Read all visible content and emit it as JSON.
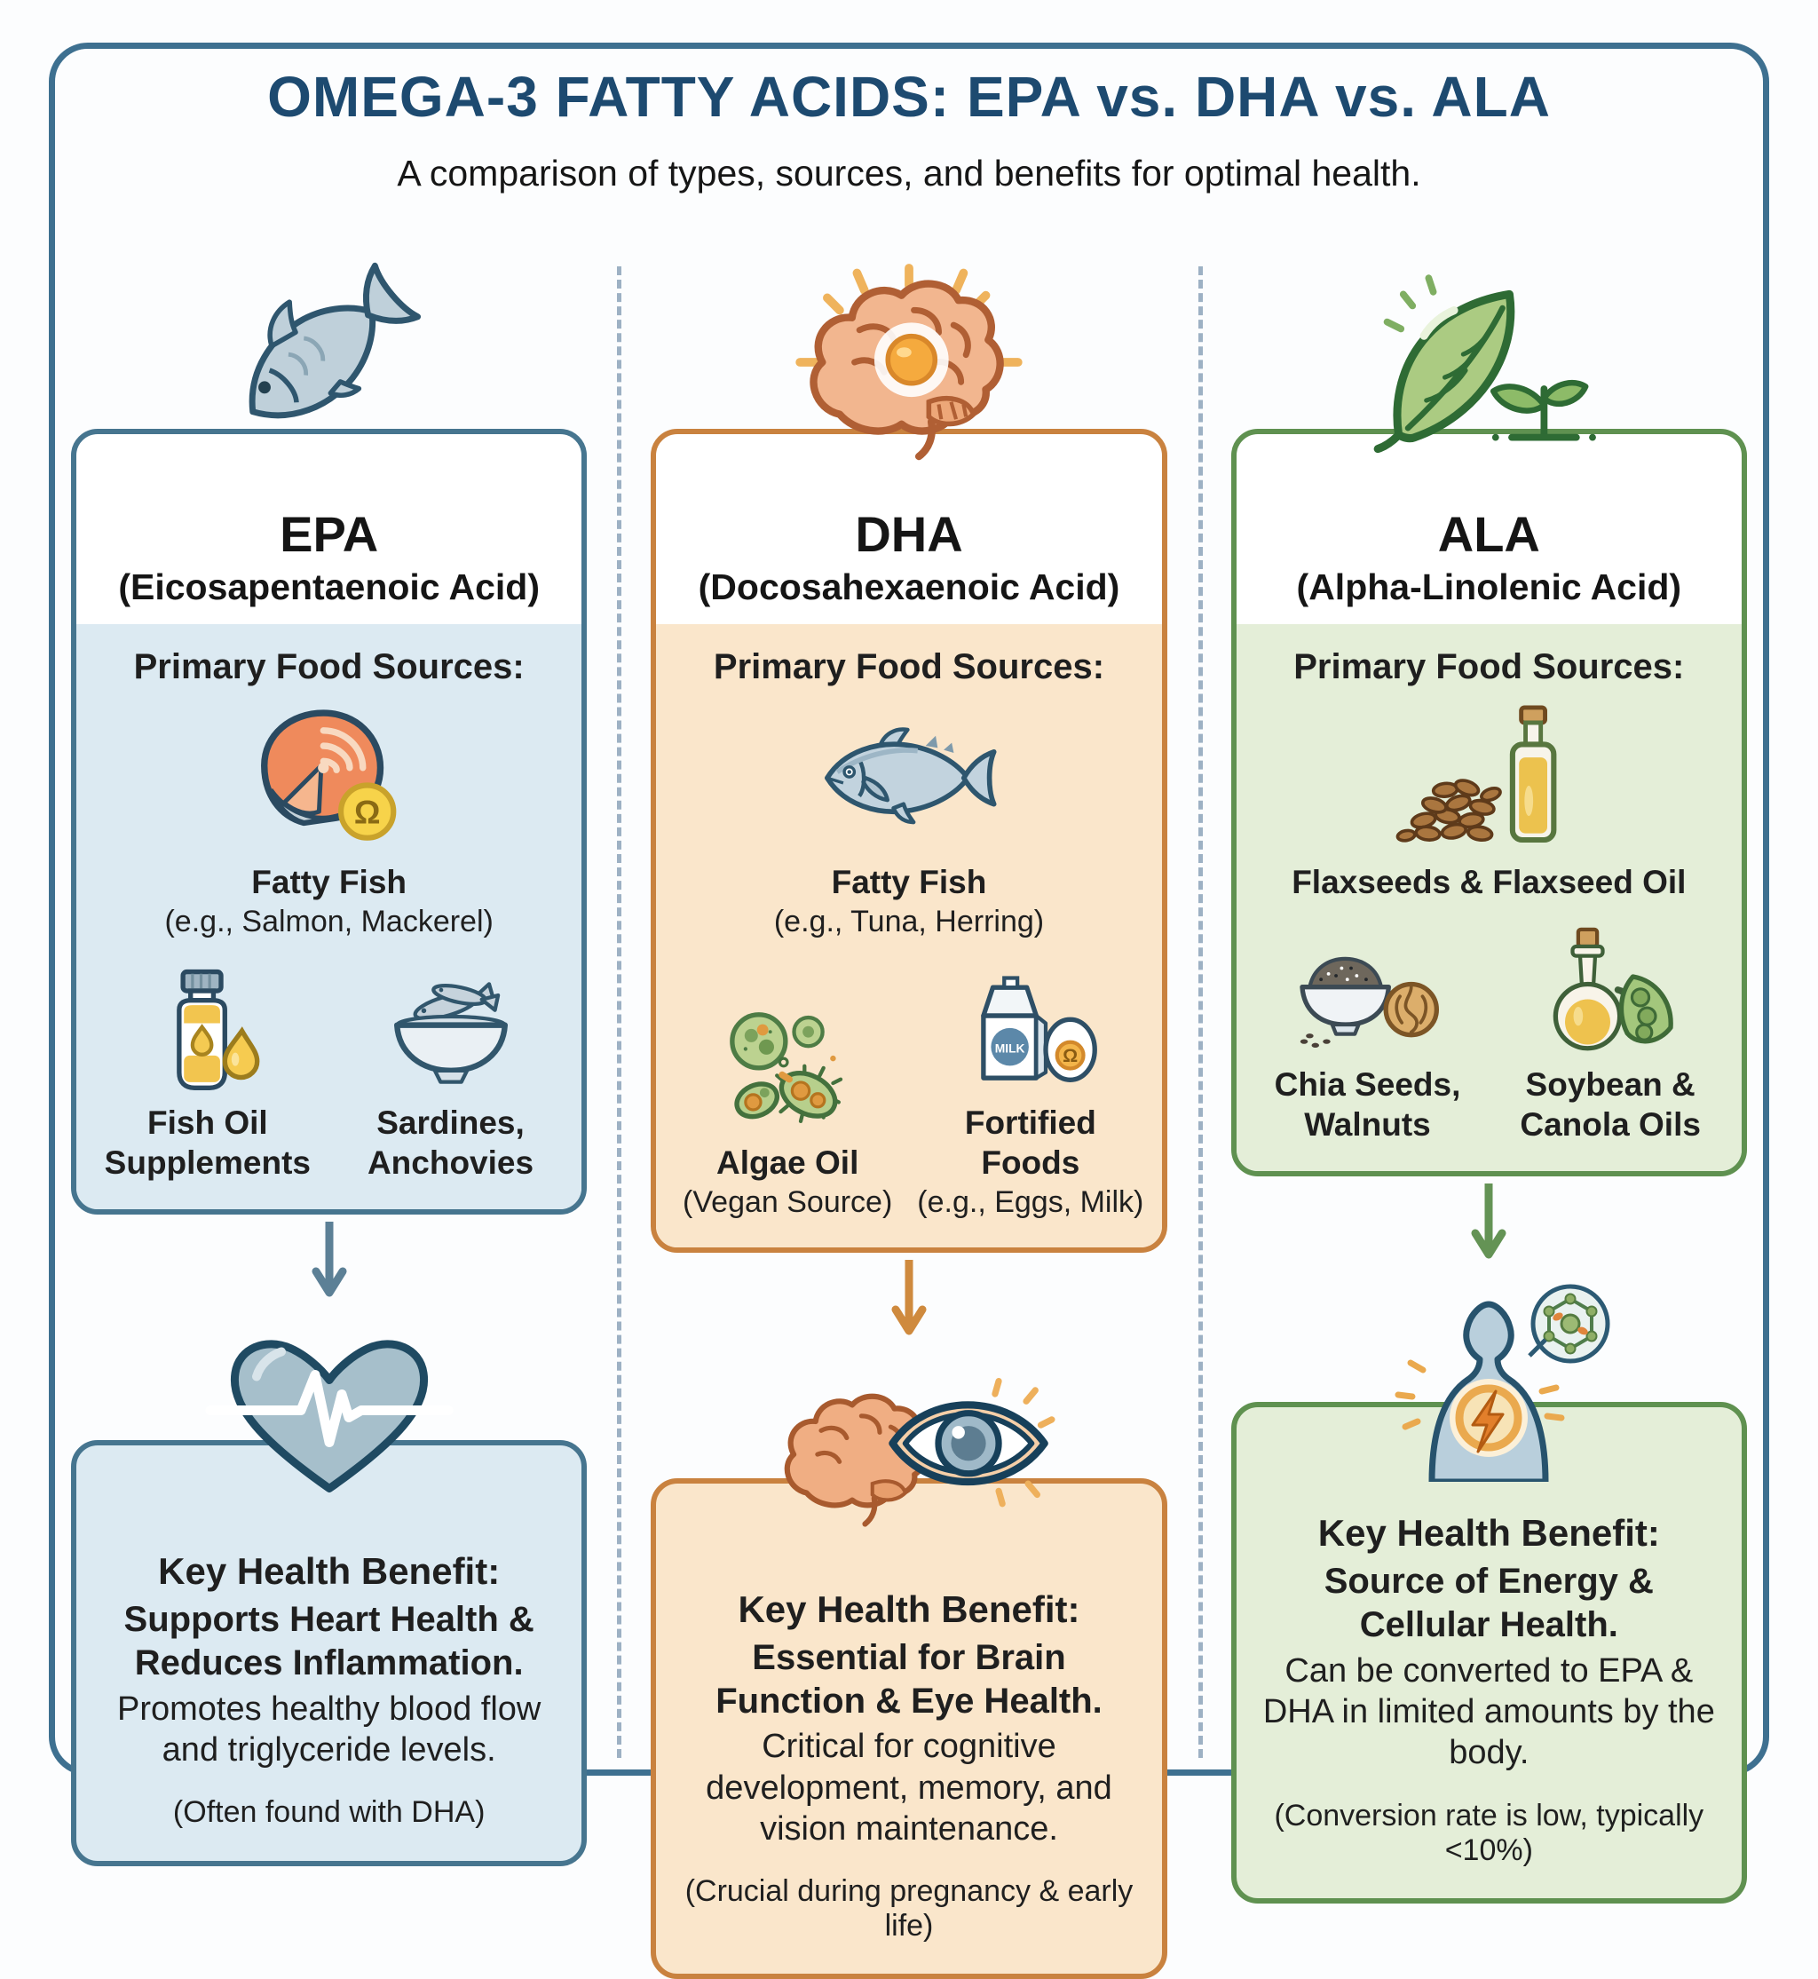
{
  "page": {
    "title": "OMEGA-3 FATTY ACIDS: EPA vs. DHA vs. ALA",
    "subtitle": "A comparison of types, sources, and benefits for optimal health.",
    "omega_symbol": "Ω",
    "colors": {
      "frame": "#3e7090",
      "divider": "#9db1c4",
      "title": "#1d4a70",
      "text": "#1f1f1f"
    }
  },
  "columns": [
    {
      "id": "epa",
      "abbr": "EPA",
      "full_name": "(Eicosapentaenoic Acid)",
      "top_icon": "fish-icon",
      "colors": {
        "accent": "#46758f",
        "tint": "#dceaf2",
        "arrow": "#5c8096"
      },
      "sources_heading": "Primary Food Sources:",
      "sources": [
        {
          "icon": "salmon-steak-icon",
          "label": "Fatty Fish",
          "sublabel": "(e.g., Salmon, Mackerel)"
        },
        {
          "icon": "fish-oil-bottle-icon",
          "label": "Fish Oil Supplements"
        },
        {
          "icon": "sardines-bowl-icon",
          "label": "Sardines, Anchovies"
        }
      ],
      "benefit_icon": "heart-ecg-icon",
      "benefit": {
        "heading": "Key Health Benefit:",
        "highlight": "Supports Heart Health & Reduces Inflammation.",
        "detail": "Promotes healthy blood flow and triglyceride levels.",
        "note": "(Often found with DHA)"
      }
    },
    {
      "id": "dha",
      "abbr": "DHA",
      "full_name": "(Docosahexaenoic Acid)",
      "top_icon": "brain-icon",
      "colors": {
        "accent": "#c9823f",
        "tint": "#fae6cb",
        "arrow": "#cf8a3e"
      },
      "sources_heading": "Primary Food Sources:",
      "sources": [
        {
          "icon": "tuna-fish-icon",
          "label": "Fatty Fish",
          "sublabel": "(e.g., Tuna, Herring)"
        },
        {
          "icon": "algae-icon",
          "label": "Algae Oil",
          "sublabel": "(Vegan Source)"
        },
        {
          "icon": "milk-egg-icon",
          "label": "Fortified Foods",
          "sublabel": "(e.g., Eggs, Milk)",
          "milk_label": "MILK"
        }
      ],
      "benefit_icon": "brain-eye-icon",
      "benefit": {
        "heading": "Key Health Benefit:",
        "highlight": "Essential for Brain Function & Eye Health.",
        "detail": "Critical for cognitive development, memory, and vision maintenance.",
        "note": "(Crucial during pregnancy & early life)"
      }
    },
    {
      "id": "ala",
      "abbr": "ALA",
      "full_name": "(Alpha-Linolenic Acid)",
      "top_icon": "leaf-sprout-icon",
      "colors": {
        "accent": "#5f9150",
        "tint": "#e4eed8",
        "arrow": "#649355"
      },
      "sources_heading": "Primary Food Sources:",
      "sources": [
        {
          "icon": "flaxseeds-oil-icon",
          "label": "Flaxseeds & Flaxseed Oil"
        },
        {
          "icon": "chia-walnut-icon",
          "label": "Chia Seeds, Walnuts"
        },
        {
          "icon": "soybean-canola-icon",
          "label": "Soybean & Canola Oils"
        }
      ],
      "benefit_icon": "body-energy-icon",
      "benefit": {
        "heading": "Key Health Benefit:",
        "highlight": "Source of Energy & Cellular Health.",
        "detail": "Can be converted to EPA & DHA in limited amounts by the body.",
        "note": "(Conversion rate is low, typically <10%)"
      }
    }
  ]
}
